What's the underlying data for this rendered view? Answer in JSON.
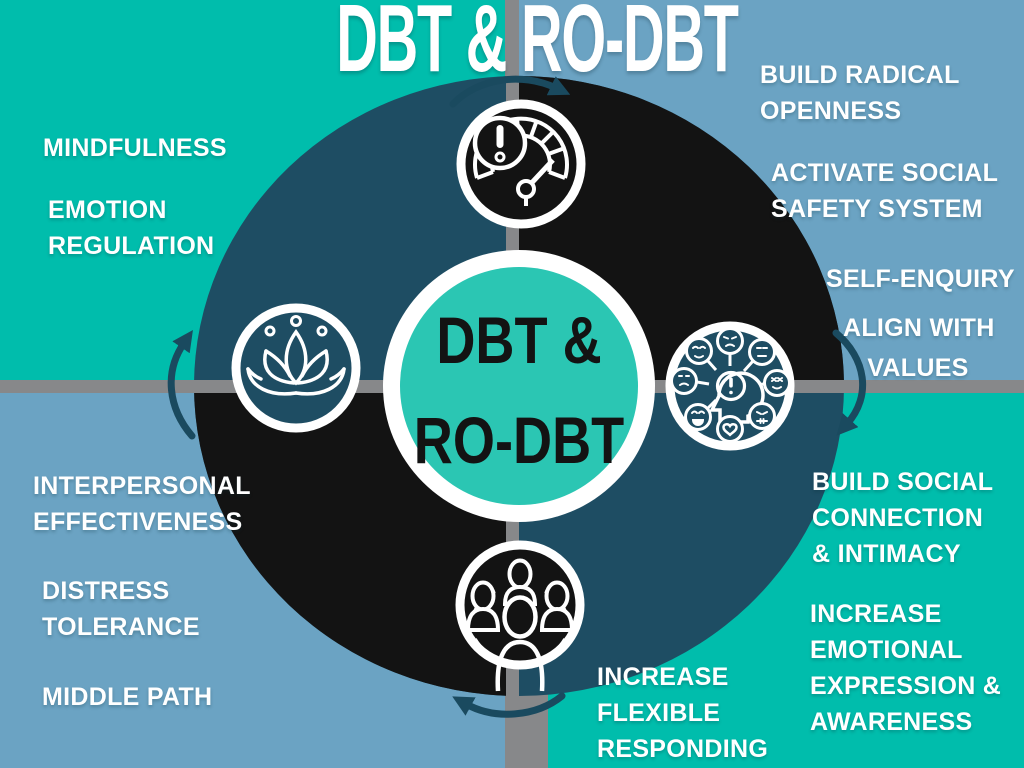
{
  "title": "DBT & RO-DBT",
  "center_circle": {
    "line1": "DBT &",
    "line2": "RO-DBT"
  },
  "labels": {
    "mindfulness": "MINDFULNESS",
    "emotion_regulation": [
      "EMOTION",
      "REGULATION"
    ],
    "build_radical_openness": [
      "BUILD RADICAL",
      "OPENNESS"
    ],
    "activate_social_safety": [
      "ACTIVATE SOCIAL",
      "SAFETY SYSTEM"
    ],
    "self_enquiry": "SELF-ENQUIRY",
    "align_with_values": [
      "ALIGN WITH",
      "VALUES"
    ],
    "build_social_connection": [
      "BUILD SOCIAL",
      "CONNECTION",
      "& INTIMACY"
    ],
    "increase_emotional": [
      "INCREASE",
      "EMOTIONAL",
      "EXPRESSION &",
      "AWARENESS"
    ],
    "interpersonal_effectiveness": [
      "INTERPERSONAL",
      "EFFECTIVENESS"
    ],
    "distress_tolerance": [
      "DISTRESS",
      "TOLERANCE"
    ],
    "middle_path": "MIDDLE PATH",
    "increase_flexible_responding": [
      "INCREASE",
      "FLEXIBLE",
      "RESPONDING"
    ]
  },
  "icons": {
    "top": "alert-gauge-icon",
    "left": "lotus-icon",
    "right": "emotions-mind-icon",
    "bottom": "people-group-icon"
  },
  "colors": {
    "teal": "#00BDAC",
    "blue": "#6BA3C3",
    "dark_teal": "#1E4D63",
    "black": "#131313",
    "gray": "#87888A",
    "center_teal": "#2BC6B3",
    "arrow": "#1A4A5F",
    "white": "#FFFFFF",
    "center_text": "#131313"
  }
}
